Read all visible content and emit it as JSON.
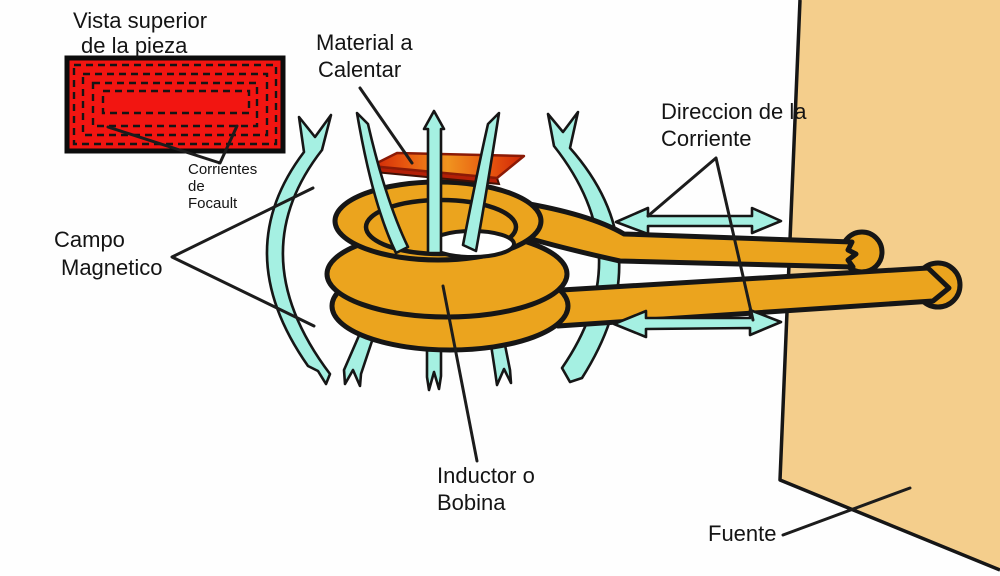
{
  "figure": {
    "type": "induction-heating-diagram",
    "language": "es"
  },
  "labels": {
    "top_view": {
      "line1": "Vista superior",
      "line2": "de la pieza"
    },
    "eddy_currents": {
      "line1": "Corrientes",
      "line2": "de",
      "line3": "Focault"
    },
    "material": {
      "line1": "Material a",
      "line2": "Calentar"
    },
    "current_direction": {
      "line1": "Direccion de la",
      "line2": "Corriente"
    },
    "magnetic_field": {
      "line1": "Campo",
      "line2": "Magnetico"
    },
    "inductor": {
      "line1": "Inductor o",
      "line2": "Bobina"
    },
    "source": "Fuente"
  },
  "colors": {
    "bg": "#FEFEFE",
    "text": "#141414",
    "outline": "#161616",
    "piece_red": "#F21511",
    "field_cyan": "#A5F0E2",
    "coil_orange": "#EBA41E",
    "panel_tan": "#F4CE8C",
    "plate_red": "#CE2507",
    "plate_mid": "#E8560F",
    "plate_orange": "#F0941F",
    "plate_edge_red": "#B31F07"
  }
}
